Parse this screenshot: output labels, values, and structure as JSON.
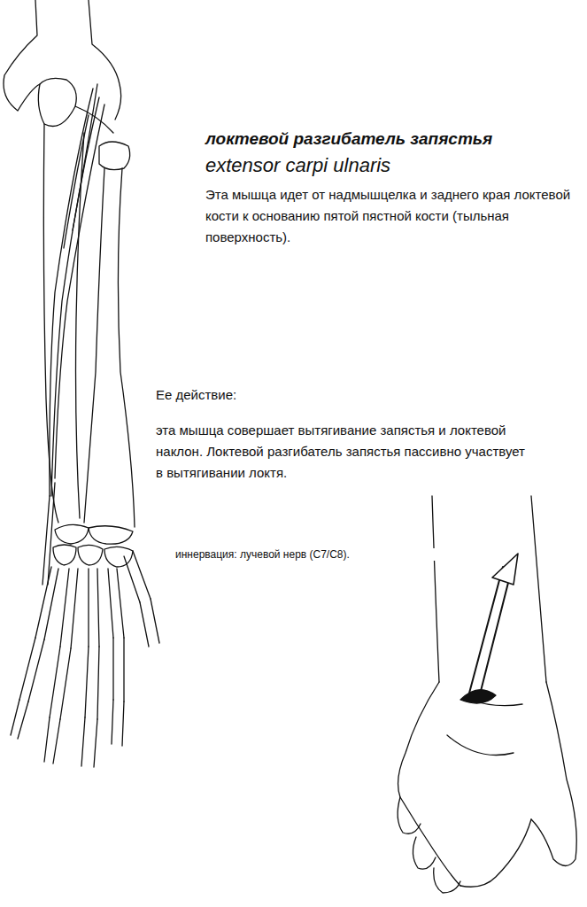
{
  "diagram": {
    "title": "локтевой разгибатель запястья",
    "labels": [
      "extensor carpi ulnaris",
      "Эта мышца идет от надмышцелка и заднего края локтевой кости к основанию пятой пястной кости (тыльная поверхность).",
      "Ее действие:",
      "эта мышца совершает вытягивание запястья и локтевой наклон. Локтевой разгибатель запястья пассивно участвует в вытягивании локтя.",
      "иннервация: лучевой нерв (C7/C8)."
    ]
  }
}
